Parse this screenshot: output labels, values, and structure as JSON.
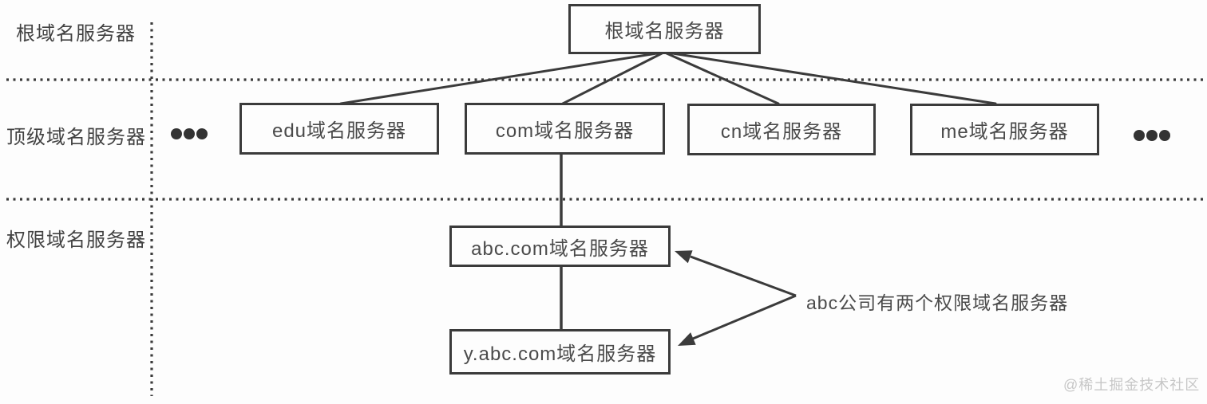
{
  "diagram": {
    "row_labels": {
      "root": "根域名服务器",
      "tld": "顶级域名服务器",
      "auth": "权限域名服务器"
    },
    "nodes": {
      "root": {
        "label": "根域名服务器"
      },
      "tld": [
        {
          "label": "edu域名服务器"
        },
        {
          "label": "com域名服务器"
        },
        {
          "label": "cn域名服务器"
        },
        {
          "label": "me域名服务器"
        }
      ],
      "auth": [
        {
          "label": "abc.com域名服务器"
        },
        {
          "label": "y.abc.com域名服务器"
        }
      ]
    },
    "annotation": "abc公司有两个权限域名服务器",
    "watermark": "@稀土掘金技术社区",
    "colors": {
      "line": "#3b3b3b",
      "text": "#4a4a4a",
      "watermark": "#c7c7c7",
      "background": "#fdfdfd"
    }
  }
}
